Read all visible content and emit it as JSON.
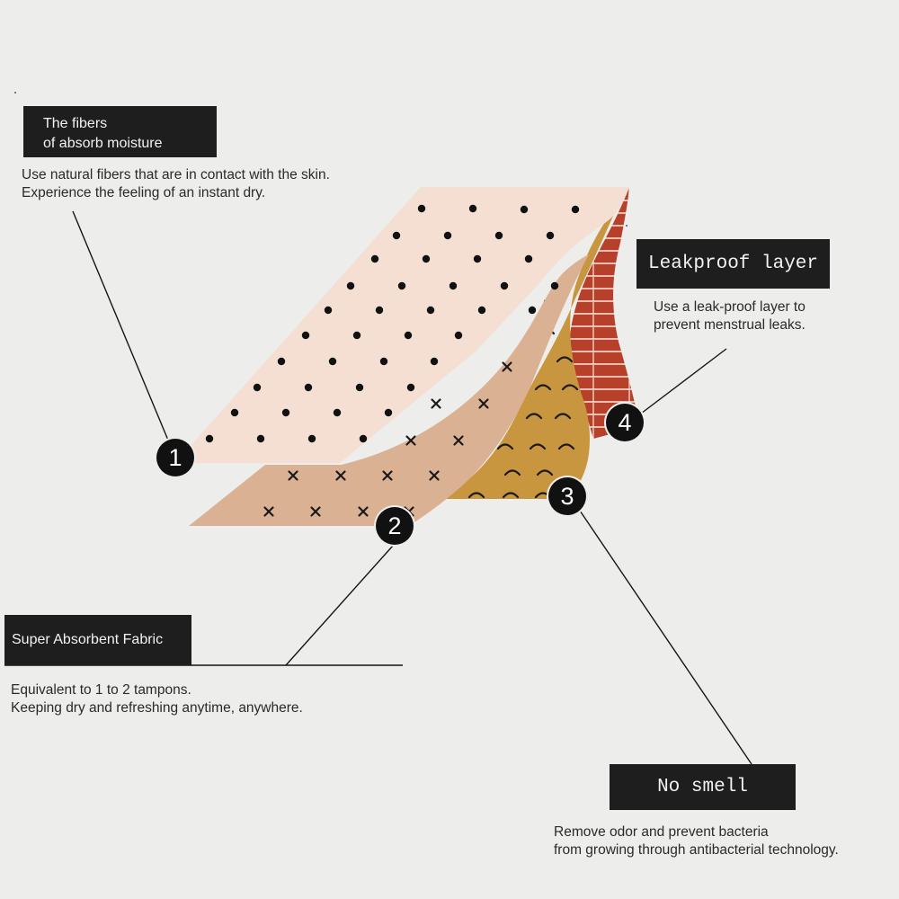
{
  "layers": [
    {
      "number": "1",
      "title_lines": [
        "The fibers",
        "of absorb moisture"
      ],
      "description_lines": [
        "Use natural fibers that are in contact with the skin.",
        "Experience the  feeling of an instant dry."
      ]
    },
    {
      "number": "2",
      "title_lines": [
        "Super Absorbent Fabric"
      ],
      "description_lines": [
        "Equivalent to 1 to 2 tampons.",
        "Keeping dry and refreshing anytime, anywhere."
      ]
    },
    {
      "number": "3",
      "title_lines": [
        "No smell"
      ],
      "description_lines": [
        "Remove odor and prevent bacteria",
        "from growing through antibacterial technology."
      ]
    },
    {
      "number": "4",
      "title_lines": [
        "Leakproof layer"
      ],
      "description_lines": [
        "Use a leak-proof layer to",
        "prevent menstrual leaks."
      ]
    }
  ],
  "colors": {
    "background": "#ededeb",
    "label_box": "#1e1e1e",
    "layer1_top": "#f4dfd2",
    "layer2_fabric": "#dbb193",
    "layer3_core": "#c99640",
    "layer4_leakproof": "#b6402a"
  }
}
